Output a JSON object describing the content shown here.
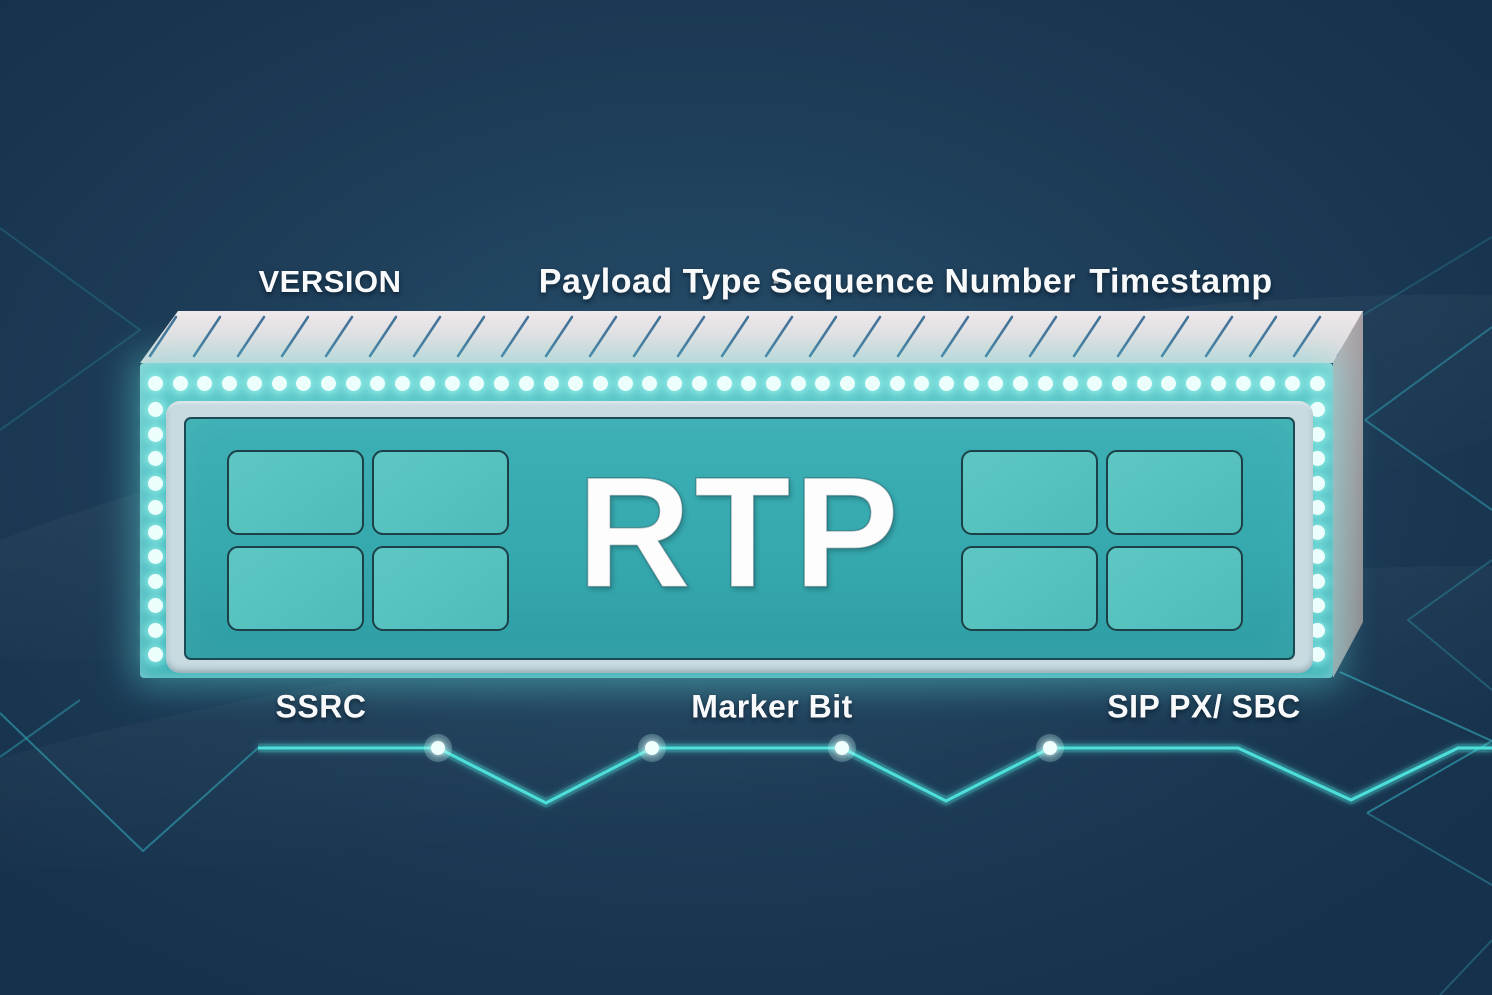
{
  "diagram": {
    "protocol": "RTP",
    "top_labels": [
      {
        "label": "VERSION"
      },
      {
        "label": "Payload Type ·"
      },
      {
        "label": "Sequence Number"
      },
      {
        "label": "Timestamp"
      }
    ],
    "bottom_labels": [
      {
        "label": "SSRC"
      },
      {
        "label": "Marker Bit"
      },
      {
        "label": "SIP PX/ SBC"
      }
    ],
    "colors": {
      "background": "#1d3c57",
      "accent_glow": "#4ee0da",
      "led_strip": "#49bdc0",
      "led_dot": "#ecfffc",
      "panel": "#35a9ae",
      "panel_cell": "#57c2bf",
      "inner_frame": "#c7dbe1",
      "top_face": "#e8e3e5",
      "side_face": "#a39da1",
      "hatch_line": "#44739a",
      "mesh_line": "#2f95a8",
      "label_text": "#ffffff"
    }
  }
}
